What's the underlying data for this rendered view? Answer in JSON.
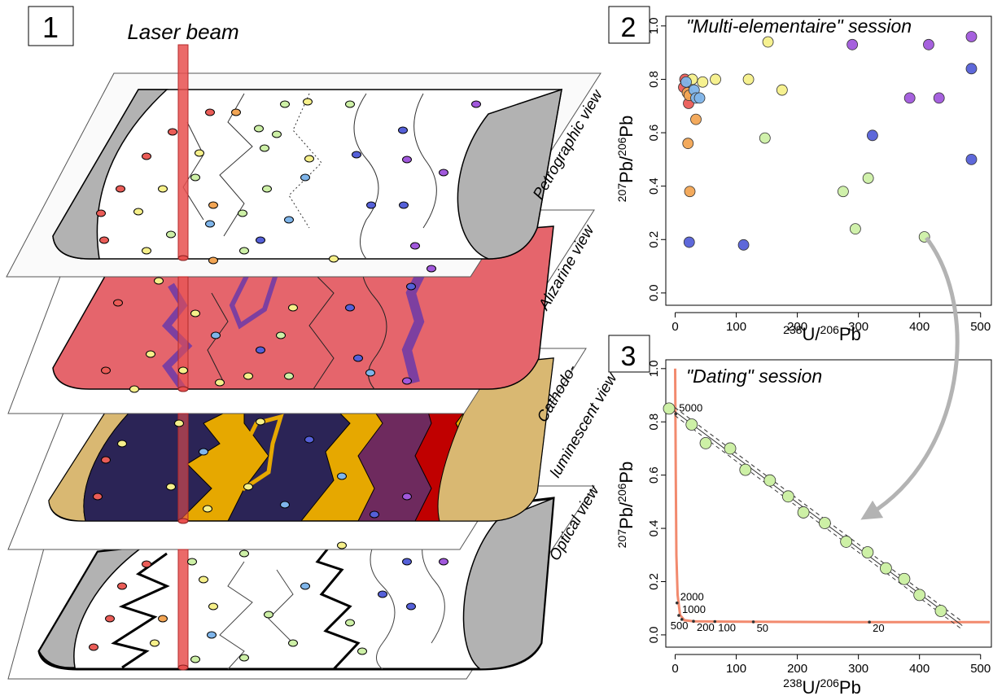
{
  "panels": {
    "p1": {
      "number": "1",
      "laser_label": "Laser beam"
    },
    "p2": {
      "number": "2",
      "title": "\"Multi-elementaire\" session"
    },
    "p3": {
      "number": "3",
      "title": "\"Dating\" session"
    }
  },
  "views": {
    "petrographic": "Petrographic view",
    "alizarine": "Alizarine view",
    "cathodo_line1": "Cathodo-",
    "cathodo_line2": "luminescent view",
    "optical": "Optical view"
  },
  "layer_colors": {
    "alizarine": "#e5656c",
    "cl_dark": "#2b2456",
    "cl_yellow": "#e6a800",
    "cl_tan": "#d9b872",
    "cl_purple": "#6e2a5e",
    "cl_red": "#c00000",
    "purple_vein": "#7d3fa0",
    "laser": "#e8504f",
    "grey_wall": "#b2b2b2"
  },
  "point_colors": {
    "red": "#ea5c57",
    "orange": "#f2a554",
    "yellow": "#f6f08a",
    "green": "#cdf0a6",
    "blue": "#7fb5ea",
    "navy": "#5560d8",
    "purple": "#a158dc"
  },
  "chart_data": [
    {
      "type": "scatter",
      "title": "\"Multi-elementaire\" session",
      "xlabel_parts": [
        "238",
        "U/",
        "206",
        "Pb"
      ],
      "ylabel_parts": [
        "207",
        "Pb/",
        "206",
        "Pb"
      ],
      "xlim": [
        -10,
        515
      ],
      "ylim": [
        -0.04,
        1.03
      ],
      "x_ticks": [
        0,
        100,
        200,
        300,
        400,
        500
      ],
      "x_tick_labels": [
        "0",
        "100",
        "200",
        "300",
        "400",
        "500"
      ],
      "y_ticks": [
        0.0,
        0.2,
        0.4,
        0.6,
        0.8,
        1.0
      ],
      "y_tick_labels": [
        "0.0",
        "0.2",
        "0.4",
        "0.6",
        "0.8",
        "1.0"
      ],
      "series": [
        {
          "color_key": "red",
          "x": [
            16,
            14,
            22
          ],
          "y": [
            0.8,
            0.77,
            0.71
          ]
        },
        {
          "color_key": "orange",
          "x": [
            20,
            23,
            34,
            21
          ],
          "y": [
            0.75,
            0.74,
            0.65,
            0.56
          ]
        },
        {
          "color_key": "orange2",
          "x": [
            24
          ],
          "y": [
            0.38
          ]
        },
        {
          "color_key": "yellow",
          "x": [
            28,
            45,
            66,
            120,
            175,
            152
          ],
          "y": [
            0.8,
            0.79,
            0.8,
            0.8,
            0.76,
            0.94
          ]
        },
        {
          "color_key": "blue",
          "x": [
            18,
            31,
            34,
            40
          ],
          "y": [
            0.79,
            0.76,
            0.73,
            0.73
          ]
        },
        {
          "color_key": "green",
          "x": [
            147,
            275,
            316,
            295,
            408
          ],
          "y": [
            0.58,
            0.38,
            0.43,
            0.24,
            0.21
          ]
        },
        {
          "color_key": "navy",
          "x": [
            323,
            485,
            485,
            23,
            112
          ],
          "y": [
            0.59,
            0.84,
            0.5,
            0.19,
            0.18
          ]
        },
        {
          "color_key": "purple",
          "x": [
            290,
            415,
            485,
            384,
            432
          ],
          "y": [
            0.93,
            0.93,
            0.96,
            0.73,
            0.73
          ]
        }
      ]
    },
    {
      "type": "scatter",
      "title": "\"Dating\" session",
      "xlabel_parts": [
        "238",
        "U/",
        "206",
        "Pb"
      ],
      "ylabel_parts": [
        "207",
        "Pb/",
        "206",
        "Pb"
      ],
      "xlim": [
        -10,
        515
      ],
      "ylim": [
        -0.04,
        1.03
      ],
      "x_ticks": [
        0,
        100,
        200,
        300,
        400,
        500
      ],
      "x_tick_labels": [
        "0",
        "100",
        "200",
        "300",
        "400",
        "500"
      ],
      "y_ticks": [
        0.0,
        0.2,
        0.4,
        0.6,
        0.8,
        1.0
      ],
      "y_tick_labels": [
        "0.0",
        "0.2",
        "0.4",
        "0.6",
        "0.8",
        "1.0"
      ],
      "points_x": [
        -10,
        27,
        50,
        90,
        115,
        155,
        185,
        210,
        245,
        280,
        315,
        345,
        375,
        400,
        435
      ],
      "points_y": [
        0.85,
        0.79,
        0.72,
        0.7,
        0.62,
        0.58,
        0.52,
        0.46,
        0.42,
        0.35,
        0.31,
        0.25,
        0.21,
        0.15,
        0.09
      ],
      "fit_line": {
        "x": [
          -10,
          470
        ],
        "y": [
          0.855,
          0.035
        ]
      },
      "concordia": {
        "x": [
          0,
          1,
          2,
          4,
          8,
          15,
          30,
          60,
          150,
          300,
          500,
          515
        ],
        "y": [
          1.0,
          0.6,
          0.3,
          0.15,
          0.075,
          0.055,
          0.051,
          0.05,
          0.049,
          0.048,
          0.048,
          0.048
        ],
        "age_ticks": [
          {
            "label": "5000",
            "x": 1,
            "y": 0.83
          },
          {
            "label": "2000",
            "x": 3,
            "y": 0.12
          },
          {
            "label": "1000",
            "x": 6,
            "y": 0.073
          },
          {
            "label": "500",
            "x": 11,
            "y": 0.058
          },
          {
            "label": "200",
            "x": 30,
            "y": 0.051
          },
          {
            "label": "100",
            "x": 65,
            "y": 0.05
          },
          {
            "label": "50",
            "x": 128,
            "y": 0.049
          },
          {
            "label": "20",
            "x": 318,
            "y": 0.048
          }
        ]
      }
    }
  ]
}
